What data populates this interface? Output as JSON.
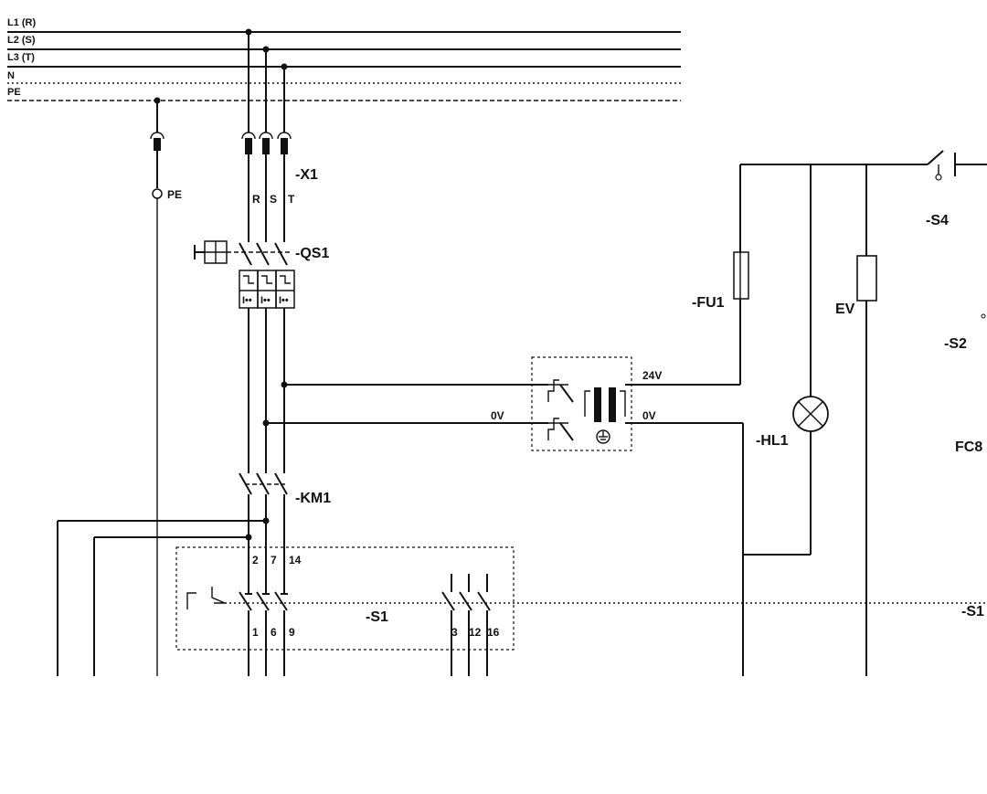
{
  "buses": [
    {
      "id": "L1",
      "label": "L1 (R)"
    },
    {
      "id": "L2",
      "label": "L2 (S)"
    },
    {
      "id": "L3",
      "label": "L3 (T)"
    },
    {
      "id": "N",
      "label": "N"
    },
    {
      "id": "PE",
      "label": "PE"
    }
  ],
  "components": {
    "x1": "-X1",
    "pe_terminal": "PE",
    "terminal_letters": [
      "R",
      "S",
      "T"
    ],
    "qs1": "-QS1",
    "km1": "-KM1",
    "s1_main": "-S1",
    "s1_right": "-S1",
    "fu1": "-FU1",
    "ev": "EV",
    "hl1": "-HL1",
    "s4": "-S4",
    "s2": "-S2",
    "fc8": "FC8"
  },
  "transformer": {
    "secondary_voltage": "24V",
    "secondary_zero": "0V",
    "primary_zero": "0V"
  },
  "s1_terminals_top": [
    "2",
    "7",
    "14"
  ],
  "s1_terminals_bottom": [
    "1",
    "6",
    "9"
  ],
  "s1_terminals_bottom_right": [
    "3",
    "12",
    "16"
  ]
}
